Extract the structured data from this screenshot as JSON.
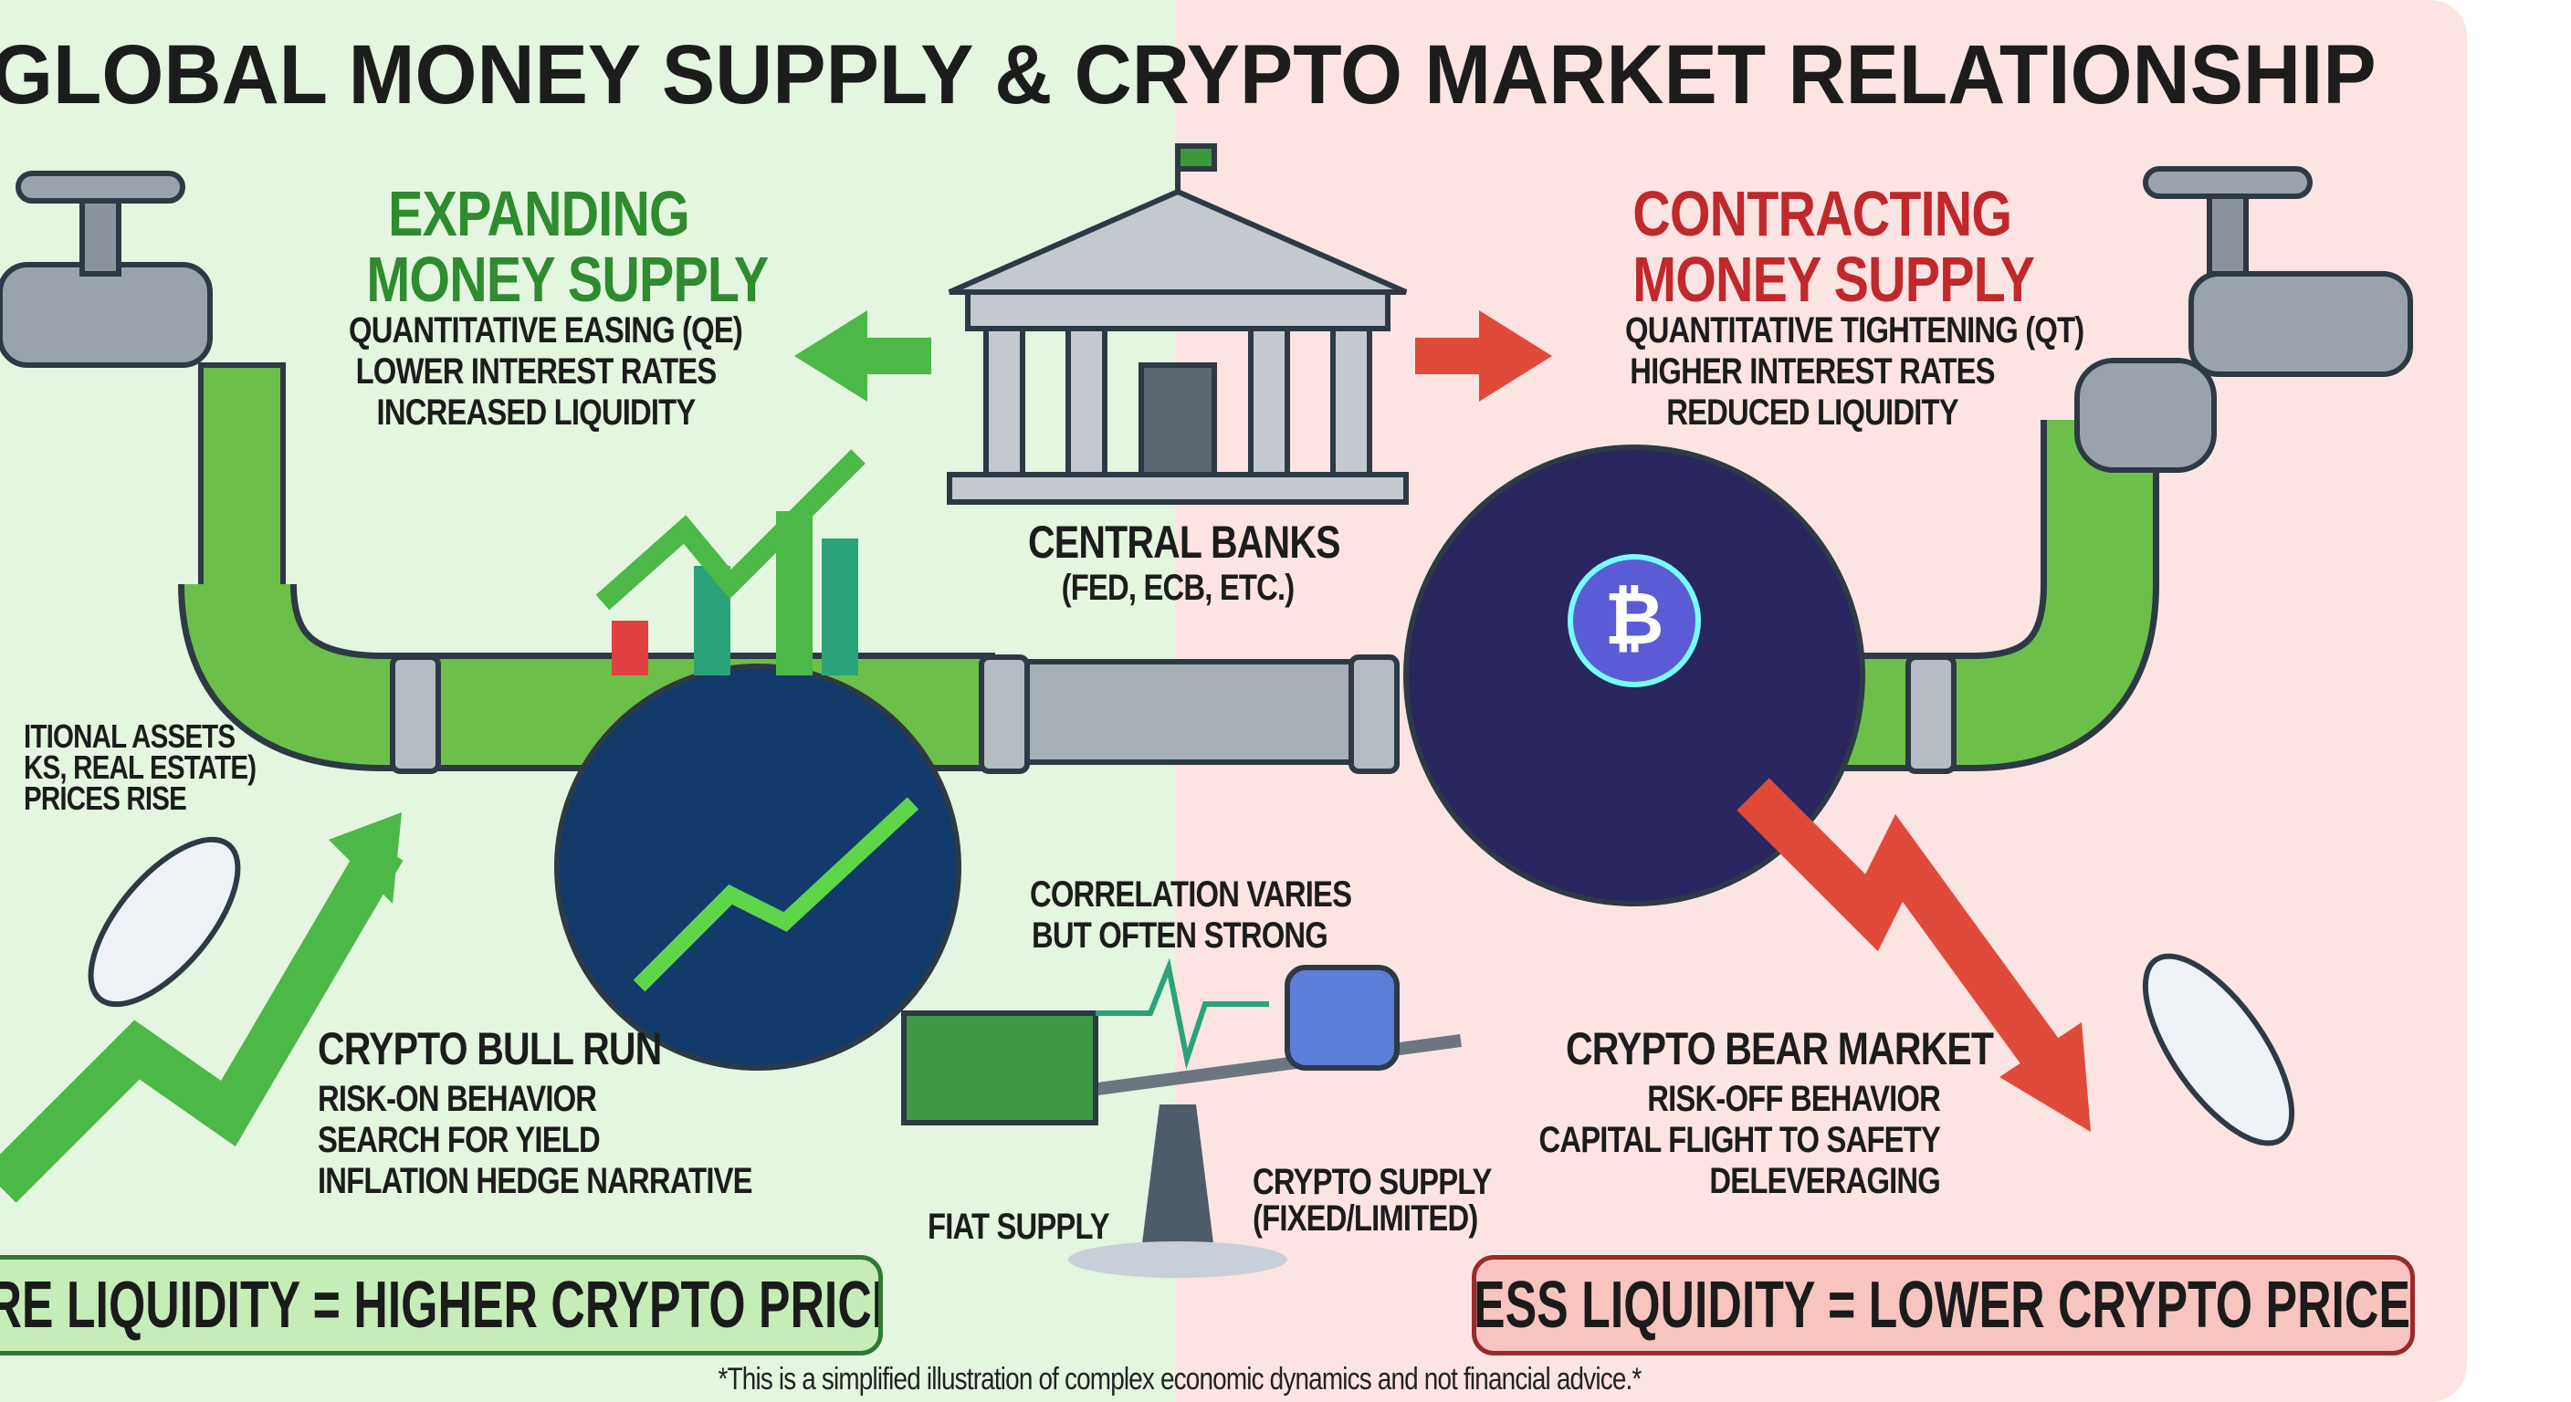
{
  "title": "GLOBAL MONEY SUPPLY & CRYPTO MARKET RELATIONSHIP",
  "expanding": {
    "heading": [
      "EXPANDING",
      "MONEY SUPPLY"
    ],
    "lines": [
      "QUANTITATIVE EASING (QE)",
      "LOWER INTEREST RATES",
      "INCREASED LIQUIDITY"
    ],
    "color": "#2e8b2e"
  },
  "contracting": {
    "heading": [
      "CONTRACTING",
      "MONEY SUPPLY"
    ],
    "lines": [
      "QUANTITATIVE TIGHTENING (QT)",
      "HIGHER INTEREST RATES",
      "REDUCED LIQUIDITY"
    ],
    "color": "#c0282a"
  },
  "central_banks": {
    "label": "CENTRAL BANKS",
    "sub": "(FED, ECB, ETC.)"
  },
  "traditional": [
    "ITIONAL ASSETS",
    "KS, REAL ESTATE)",
    "PRICES RISE"
  ],
  "correlation": [
    "CORRELATION VARIES",
    "BUT OFTEN STRONG"
  ],
  "bull": {
    "heading": "CRYPTO BULL RUN",
    "lines": [
      "RISK-ON BEHAVIOR",
      "SEARCH FOR YIELD",
      "INFLATION HEDGE NARRATIVE"
    ]
  },
  "bear": {
    "heading": "CRYPTO BEAR MARKET",
    "lines": [
      "RISK-OFF BEHAVIOR",
      "CAPITAL FLIGHT TO SAFETY",
      "DELEVERAGING"
    ]
  },
  "scale": {
    "fiat": "FIAT SUPPLY",
    "crypto": [
      "CRYPTO SUPPLY",
      "(FIXED/LIMITED)"
    ]
  },
  "pills": {
    "more": "MORE LIQUIDITY = HIGHER CRYPTO PRICES",
    "less": "LESS LIQUIDITY = LOWER CRYPTO PRICES"
  },
  "footnote": "*This is a simplified illustration of complex economic dynamics and not financial advice.*",
  "colors": {
    "green_bg": "#e4f5e0",
    "red_bg": "#fbe4e2",
    "pipe_green": "#6cc04a",
    "pipe_grey": "#9aa3ab"
  }
}
